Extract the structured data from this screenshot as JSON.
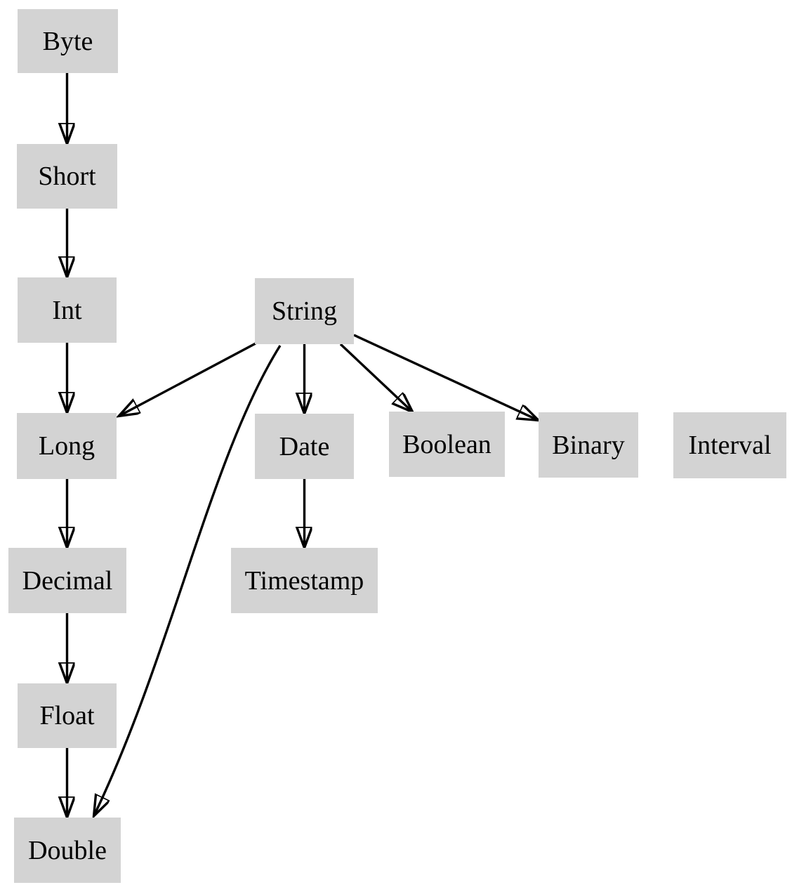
{
  "diagram": {
    "description": "Directed graph of data type conversions",
    "background_color": "#ffffff",
    "node_fill_color": "#d3d3d3",
    "node_text_color": "#000000",
    "edge_color": "#000000",
    "nodes": [
      {
        "id": "byte",
        "label": "Byte"
      },
      {
        "id": "short",
        "label": "Short"
      },
      {
        "id": "int",
        "label": "Int"
      },
      {
        "id": "string",
        "label": "String"
      },
      {
        "id": "long",
        "label": "Long"
      },
      {
        "id": "date",
        "label": "Date"
      },
      {
        "id": "boolean",
        "label": "Boolean"
      },
      {
        "id": "binary",
        "label": "Binary"
      },
      {
        "id": "interval",
        "label": "Interval"
      },
      {
        "id": "decimal",
        "label": "Decimal"
      },
      {
        "id": "timestamp",
        "label": "Timestamp"
      },
      {
        "id": "float",
        "label": "Float"
      },
      {
        "id": "double",
        "label": "Double"
      }
    ],
    "edges": [
      {
        "from": "Byte",
        "to": "Short"
      },
      {
        "from": "Short",
        "to": "Int"
      },
      {
        "from": "Int",
        "to": "Long"
      },
      {
        "from": "Long",
        "to": "Decimal"
      },
      {
        "from": "Decimal",
        "to": "Float"
      },
      {
        "from": "Float",
        "to": "Double"
      },
      {
        "from": "String",
        "to": "Long"
      },
      {
        "from": "String",
        "to": "Date"
      },
      {
        "from": "String",
        "to": "Boolean"
      },
      {
        "from": "String",
        "to": "Binary"
      },
      {
        "from": "String",
        "to": "Double"
      },
      {
        "from": "Date",
        "to": "Timestamp"
      }
    ]
  }
}
